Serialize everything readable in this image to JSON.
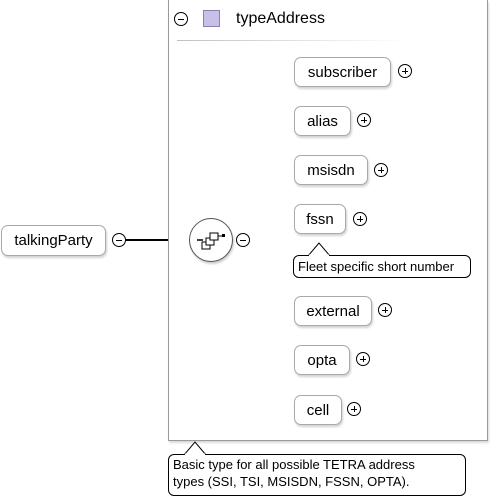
{
  "root": {
    "label": "talkingParty"
  },
  "type": {
    "label": "typeAddress"
  },
  "children": [
    {
      "label": "subscriber"
    },
    {
      "label": "alias"
    },
    {
      "label": "msisdn"
    },
    {
      "label": "fssn"
    },
    {
      "label": "external"
    },
    {
      "label": "opta"
    },
    {
      "label": "cell"
    }
  ],
  "tooltips": {
    "fssn": "Fleet specific short number",
    "type_line1": "Basic type for all possible TETRA address",
    "type_line2": "types (SSI, TSI, MSISDN, FSSN, OPTA)."
  },
  "colors": {
    "type_icon": "#c9bfe8",
    "border": "#a9a9a9"
  },
  "icons": {
    "sequence": "sequence-compositor-icon",
    "type": "complex-type-icon"
  }
}
